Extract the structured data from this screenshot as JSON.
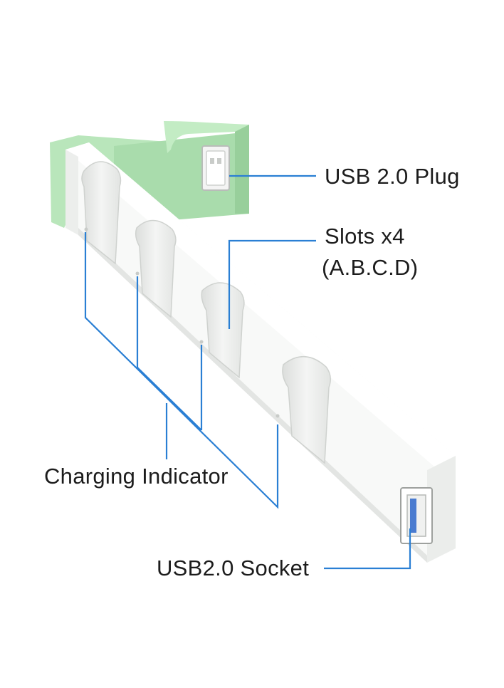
{
  "labels": {
    "usb_plug": "USB 2.0 Plug",
    "slots": "Slots x4",
    "slots_detail": "(A.B.C.D)",
    "charging_indicator": "Charging Indicator",
    "usb_socket": "USB2.0 Socket"
  },
  "colors": {
    "callout_line": "#2a7fd4",
    "body_white": "#f7f8f7",
    "body_shadow": "#e6e8e6",
    "mint_green": "#b7e6b9",
    "mint_shadow": "#9fcfa2"
  },
  "slots": [
    "A",
    "B",
    "C",
    "D"
  ]
}
